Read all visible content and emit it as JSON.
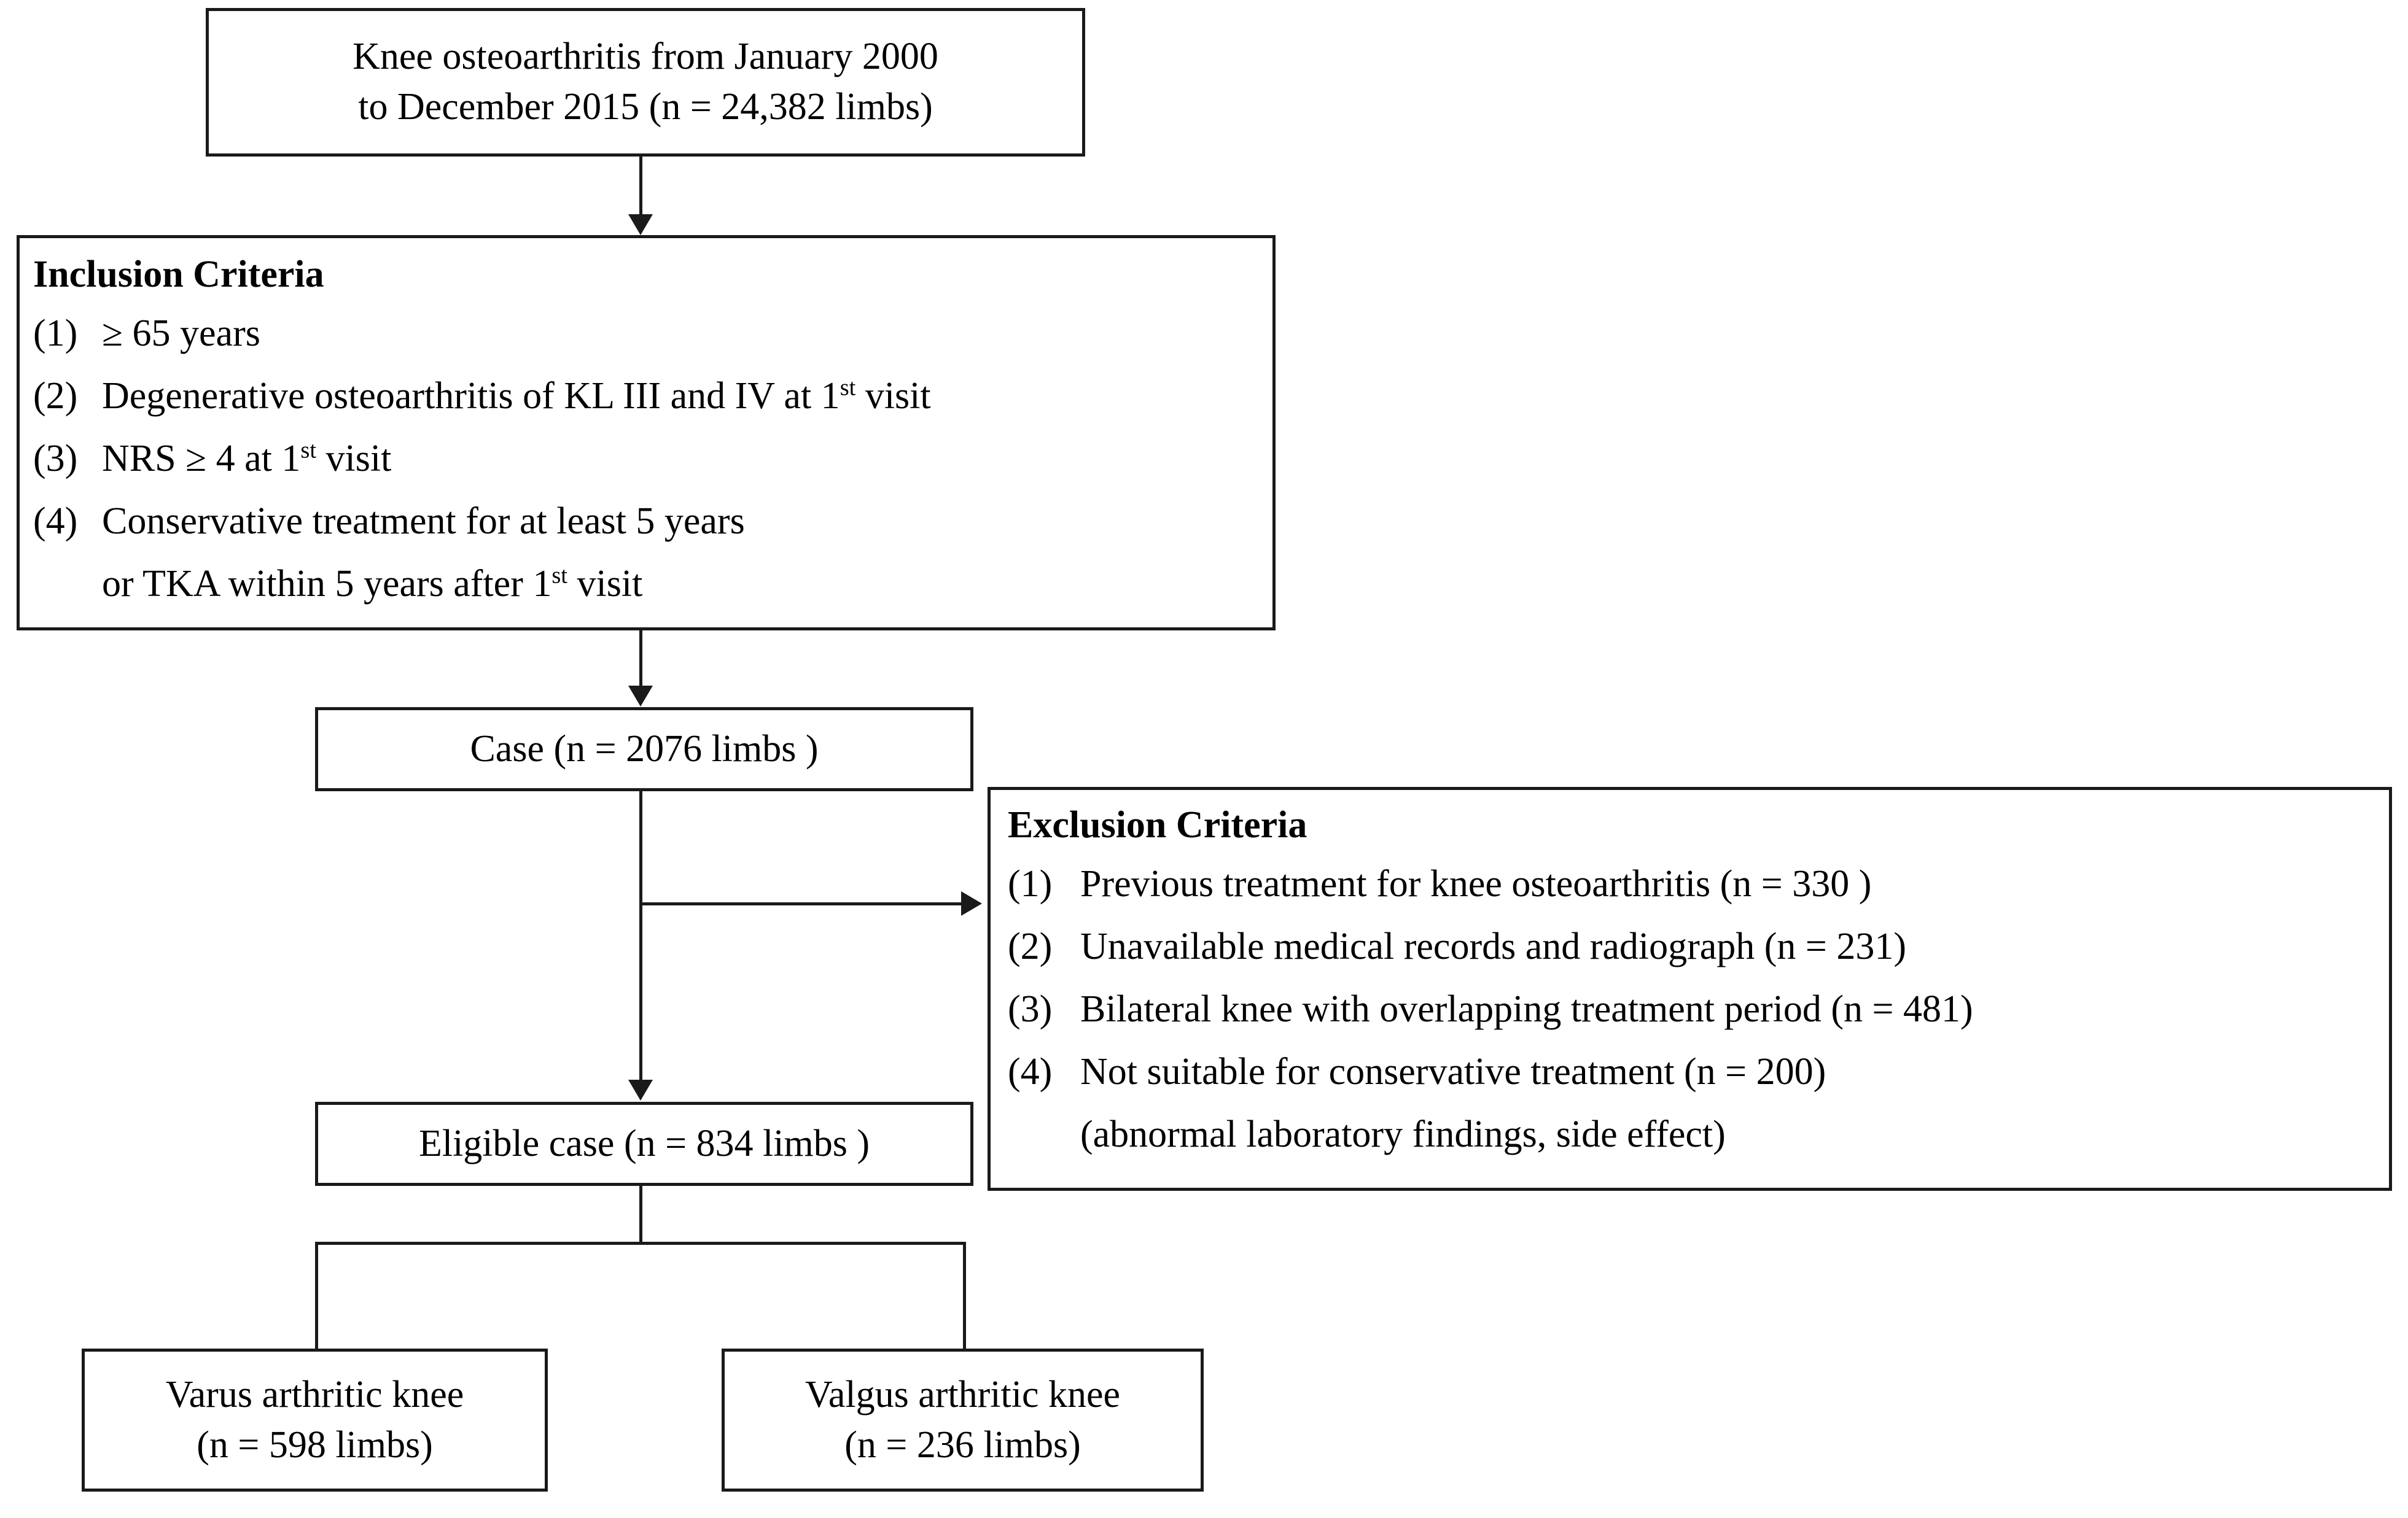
{
  "diagram": {
    "type": "study-flow-chart",
    "nodes": {
      "source": {
        "line1": "Knee osteoarthritis from January 2000",
        "line2": "to December 2015 (n = 24,382 limbs)"
      },
      "inclusion": {
        "title": "Inclusion Criteria",
        "items": [
          {
            "num": "(1)",
            "pre": "≥ 65 years",
            "sup": "",
            "post": ""
          },
          {
            "num": "(2)",
            "pre": "Degenerative osteoarthritis of KL III and IV at 1",
            "sup": "st",
            "post": " visit"
          },
          {
            "num": "(3)",
            "pre": "NRS ≥ 4 at 1",
            "sup": "st",
            "post": " visit"
          },
          {
            "num": "(4)",
            "pre": "Conservative treatment for at least 5 years",
            "sup": "",
            "post": ""
          }
        ],
        "item4_continuation_pre": "or TKA within 5 years after 1",
        "item4_continuation_sup": "st",
        "item4_continuation_post": " visit"
      },
      "case": {
        "label": "Case (n = 2076 limbs  )"
      },
      "exclusion": {
        "title": "Exclusion Criteria",
        "items": [
          {
            "num": "(1)",
            "text": "Previous treatment for knee osteoarthritis (n = 330 )"
          },
          {
            "num": "(2)",
            "text": "Unavailable medical records and radiograph (n = 231)"
          },
          {
            "num": "(3)",
            "text": "Bilateral knee with overlapping treatment period (n = 481)"
          },
          {
            "num": "(4)",
            "text": "Not suitable for conservative treatment (n = 200)"
          }
        ],
        "item4_continuation": "(abnormal laboratory findings, side effect)"
      },
      "eligible": {
        "label": "Eligible case (n = 834 limbs )"
      },
      "varus": {
        "line1": "Varus arthritic knee",
        "line2": "(n = 598 limbs)"
      },
      "valgus": {
        "line1": "Valgus arthritic knee",
        "line2": "(n = 236 limbs)"
      }
    },
    "colors": {
      "stroke": "#1a1a1a",
      "background": "#ffffff",
      "text": "#000000"
    }
  }
}
